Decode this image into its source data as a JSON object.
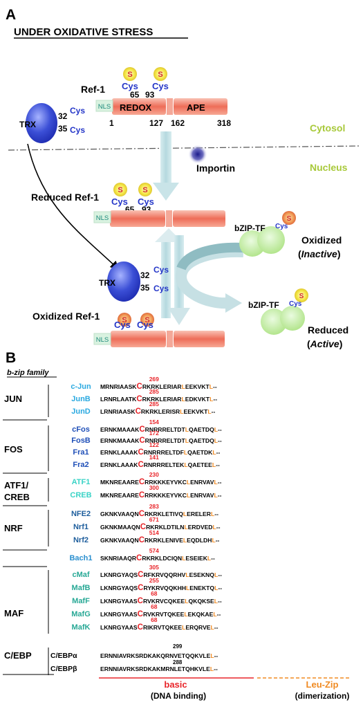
{
  "panelA": {
    "letter": "A",
    "title": "UNDER OXIDATIVE STRESS",
    "ref1_label": "Ref-1",
    "s": "S",
    "cys": "Cys",
    "cys_numbers": [
      "65",
      "93"
    ],
    "nls": "NLS",
    "redox": "REDOX",
    "ape": "APE",
    "positions": [
      "1",
      "127",
      "162",
      "318"
    ],
    "trx": "TRX",
    "trx_cys": [
      "32",
      "35"
    ],
    "cytosol": "Cytosol",
    "nucleus": "Nucleus",
    "importin": "Importin",
    "reduced_ref1": "Reduced Ref-1",
    "oxidized_ref1": "Oxidized Ref-1",
    "bzip_tf": "bZIP-TF",
    "oxidized": "Oxidized",
    "inactive": "Inactive",
    "reduced": "Reduced",
    "active": "Active",
    "paren_open": "(",
    "paren_close": ")",
    "colors": {
      "blue_text": "#2436c8",
      "green_text": "#a8c93a",
      "trx_blue": "#3b4fd6",
      "bar_red": "#ee6d58",
      "bzip_green": "#c6eba0",
      "s_yellow": "#f5e84a",
      "s_orange": "#ec8c4c",
      "arrow_teal": "#9fc8cc"
    }
  },
  "panelB": {
    "letter": "B",
    "subtitle": "b-zip family",
    "groups": [
      {
        "name": "JUN",
        "rows": [
          {
            "name": "c-Jun",
            "color": "#2aa9e0",
            "num": "269",
            "pre": "MRNRIAASK",
            "c": "C",
            "mid": "RKRKLERIAR",
            "l": "L",
            "post": "EEKVKT",
            "end": "L",
            "dash": "--"
          },
          {
            "name": "JunB",
            "color": "#2aa9e0",
            "num": "285",
            "pre": "LRNRLAATK",
            "c": "C",
            "mid": "RKRKLERIAR",
            "l": "L",
            "post": "EDKVKT",
            "end": "L",
            "dash": "--"
          },
          {
            "name": "JunD",
            "color": "#2aa9e0",
            "num": "285",
            "pre": "LRNRIAASK",
            "c": "C",
            "mid": "RKRKLERISR",
            "l": "L",
            "post": "EEKVKT",
            "end": "L",
            "dash": "--"
          }
        ]
      },
      {
        "name": "FOS",
        "rows": [
          {
            "name": "cFos",
            "color": "#1f4fb8",
            "num": "154",
            "pre": "ERNKMAAAK",
            "c": "C",
            "mid": "RNRRRELTDT",
            "l": "L",
            "post": "QAETDQ",
            "end": "L",
            "dash": "--"
          },
          {
            "name": "FosB",
            "color": "#1f4fb8",
            "num": "172",
            "pre": "ERNKMAAAK",
            "c": "C",
            "mid": "RNRRRELTDT",
            "l": "L",
            "post": "QAETDQ",
            "end": "L",
            "dash": "--"
          },
          {
            "name": "Fra1",
            "color": "#1f4fb8",
            "num": "122",
            "pre": "ERNKLAAAK",
            "c": "C",
            "mid": "RNRRRELTDF",
            "l": "L",
            "post": "QAETDK",
            "end": "L",
            "dash": "--"
          },
          {
            "name": "Fra2",
            "color": "#1f4fb8",
            "num": "141",
            "pre": "ERNKLAAAK",
            "c": "C",
            "mid": "RNRRRELTEK",
            "l": "L",
            "post": "QAETEE",
            "end": "L",
            "dash": "--"
          }
        ]
      },
      {
        "name": "ATF1/ CREB",
        "rows": [
          {
            "name": "ATF1",
            "color": "#39d3c6",
            "num": "230",
            "pre": "MKNREAARE",
            "c": "C",
            "mid": "RRKKKEYVKC",
            "l": "L",
            "post": "ENRVAV",
            "end": "L",
            "dash": "--"
          },
          {
            "name": "CREB",
            "color": "#39d3c6",
            "num": "300",
            "pre": "MKNREAARE",
            "c": "C",
            "mid": "RRKKKEYVKC",
            "l": "L",
            "post": "ENRVAV",
            "end": "L",
            "dash": "--"
          }
        ]
      },
      {
        "name": "NRF",
        "rows": [
          {
            "name": "NFE2",
            "color": "#1d5d9c",
            "num": "283",
            "pre": "GKNKVAAQN",
            "c": "C",
            "mid": "RKRKLETIVQ",
            "l": "L",
            "post": "ERELER",
            "end": "L",
            "dash": "--"
          },
          {
            "name": "Nrf1",
            "color": "#1d5d9c",
            "num": "671",
            "pre": "GKNKMAAQN",
            "c": "C",
            "mid": "RKRKLDTILN",
            "l": "L",
            "post": "ERDVED",
            "end": "L",
            "dash": "--"
          },
          {
            "name": "Nrf2",
            "color": "#1d5d9c",
            "num": "514",
            "pre": "GKNKVAAQN",
            "c": "C",
            "mid": "RKRKLENIVE",
            "l": "L",
            "post": "EQDLDH",
            "end": "L",
            "dash": "--"
          }
        ]
      },
      {
        "name": "",
        "rows": [
          {
            "name": "Bach1",
            "color": "#2a8fcf",
            "num": "574",
            "pre": "SKNRIAAQR",
            "c": "C",
            "mid": "RKRKLDCIQN",
            "l": "L",
            "post": "ESEIEK",
            "end": "L",
            "dash": "--"
          }
        ]
      },
      {
        "name": "MAF",
        "rows": [
          {
            "name": "cMaf",
            "color": "#27a895",
            "num": "305",
            "pre": "LKNRGYAQS",
            "c": "C",
            "mid": "RFKRVQQRHV",
            "l": "L",
            "post": "ESEKNQ",
            "end": "L",
            "dash": "--"
          },
          {
            "name": "MafB",
            "color": "#27a895",
            "num": "255",
            "pre": "LKNRGYAQS",
            "c": "C",
            "mid": "RYKRVQQKHH",
            "l": "L",
            "post": "ENEKTQ",
            "end": "L",
            "dash": "--"
          },
          {
            "name": "MafF",
            "color": "#27a895",
            "num": "68",
            "pre": "LKNRGYAAS",
            "c": "C",
            "mid": "RVKRVCQKEE",
            "l": "L",
            "post": "QKQKSE",
            "end": "L",
            "dash": "--"
          },
          {
            "name": "MafG",
            "color": "#27a895",
            "num": "68",
            "pre": "LKNRGYAAS",
            "c": "C",
            "mid": "RVKRVTQKEE",
            "l": "L",
            "post": "EKQKAE",
            "end": "L",
            "dash": "--"
          },
          {
            "name": "MafK",
            "color": "#27a895",
            "num": "68",
            "pre": "LKNRGYAAS",
            "c": "C",
            "mid": "RIKRVTQKEE",
            "l": "L",
            "post": "ERQRVE",
            "end": "L",
            "dash": "--"
          }
        ]
      }
    ],
    "cebp": {
      "name": "C/EBP",
      "rows": [
        {
          "name": "C/EBPα",
          "num": "299",
          "seq": "ERNNIAVRKSRDKAKQRNVETQQKVLE",
          "end": "L",
          "dash": "--"
        },
        {
          "name": "C/EBPβ",
          "num": "288",
          "seq": "ERNNIAVRKSRDKAKMRNLETQHKVLE",
          "end": "L",
          "dash": "--"
        }
      ]
    },
    "basic": "basic",
    "basic_sub": "(DNA binding)",
    "leuzip": "Leu-Zip",
    "leuzip_sub": "(dimerization)"
  }
}
